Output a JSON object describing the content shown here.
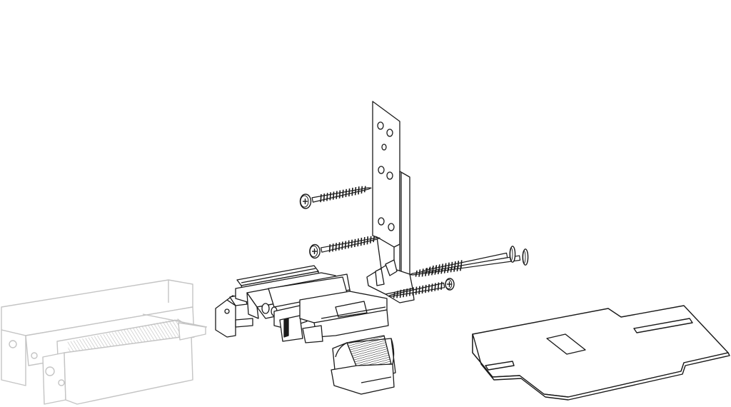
{
  "diagram": {
    "background": "#ffffff",
    "line_color": "#1a1a1a",
    "part_fill": "#ffffff",
    "ghost_color": "#c8c8c8",
    "shade_color": "#d9d9d9",
    "parts": [
      {
        "name": "frame-profile",
        "style": "ghost"
      },
      {
        "name": "end-cap-small",
        "style": "line"
      },
      {
        "name": "guide-rail",
        "style": "line"
      },
      {
        "name": "hinge-body",
        "style": "line"
      },
      {
        "name": "spring-clip",
        "style": "line"
      },
      {
        "name": "mounting-plate",
        "style": "line"
      },
      {
        "name": "screw",
        "style": "line"
      },
      {
        "name": "gasket-template",
        "style": "line"
      }
    ]
  }
}
